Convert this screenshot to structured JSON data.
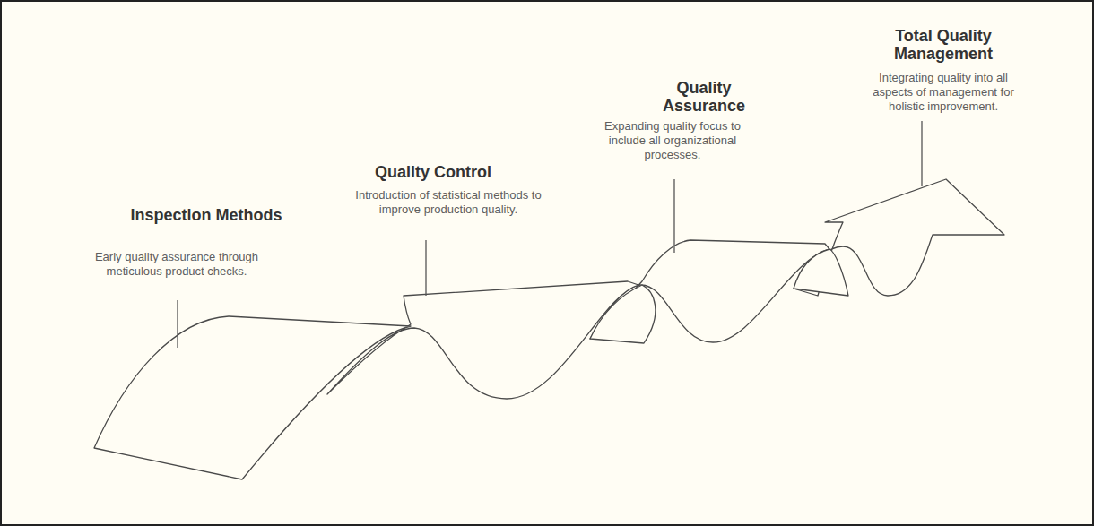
{
  "diagram": {
    "labels": [
      "Inspection Methods",
      "Early quality assurance through meticulous product checks.",
      "Quality Control",
      "Introduction of statistical methods to improve production quality.",
      "Quality Assurance",
      "Expanding quality focus to include all organizational processes.",
      "Total Quality Management",
      "Integrating quality into all aspects of management for holistic improvement."
    ]
  }
}
